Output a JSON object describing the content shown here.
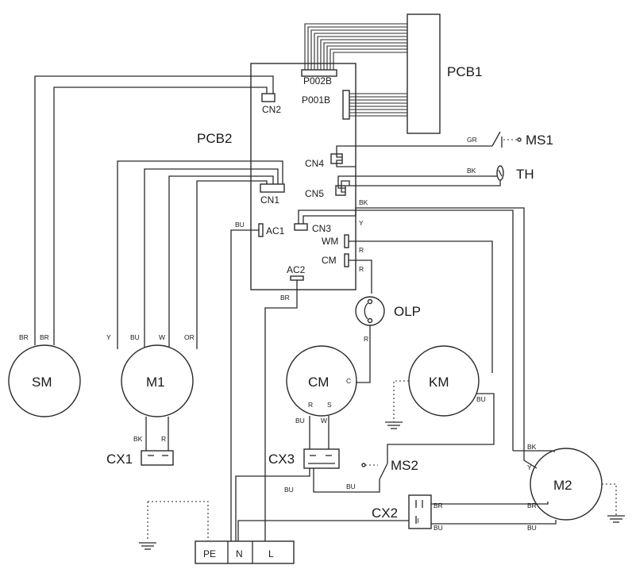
{
  "boards": {
    "pcb1": "PCB1",
    "pcb2": "PCB2"
  },
  "connectors": {
    "p002b": "P002B",
    "p001b": "P001B",
    "cn1": "CN1",
    "cn2": "CN2",
    "cn3": "CN3",
    "cn4": "CN4",
    "cn5": "CN5",
    "ac1": "AC1",
    "ac2": "AC2",
    "wm": "WM",
    "cm": "CM"
  },
  "components": {
    "sm": "SM",
    "m1": "M1",
    "cm": "CM",
    "km": "KM",
    "m2": "M2",
    "cx1": "CX1",
    "cx2": "CX2",
    "cx3": "CX3",
    "olp": "OLP",
    "ms1": "MS1",
    "ms2": "MS2",
    "th": "TH"
  },
  "terminals": {
    "pe": "PE",
    "n": "N",
    "l": "L"
  },
  "compressor_pins": {
    "c": "C",
    "r": "R",
    "s": "S"
  },
  "wire_colors": {
    "br": "BR",
    "bu": "BU",
    "y": "Y",
    "w": "W",
    "or": "OR",
    "bk": "BK",
    "r": "R",
    "gr": "GR"
  },
  "cap_pins": {
    "one": "I",
    "two": "II"
  }
}
